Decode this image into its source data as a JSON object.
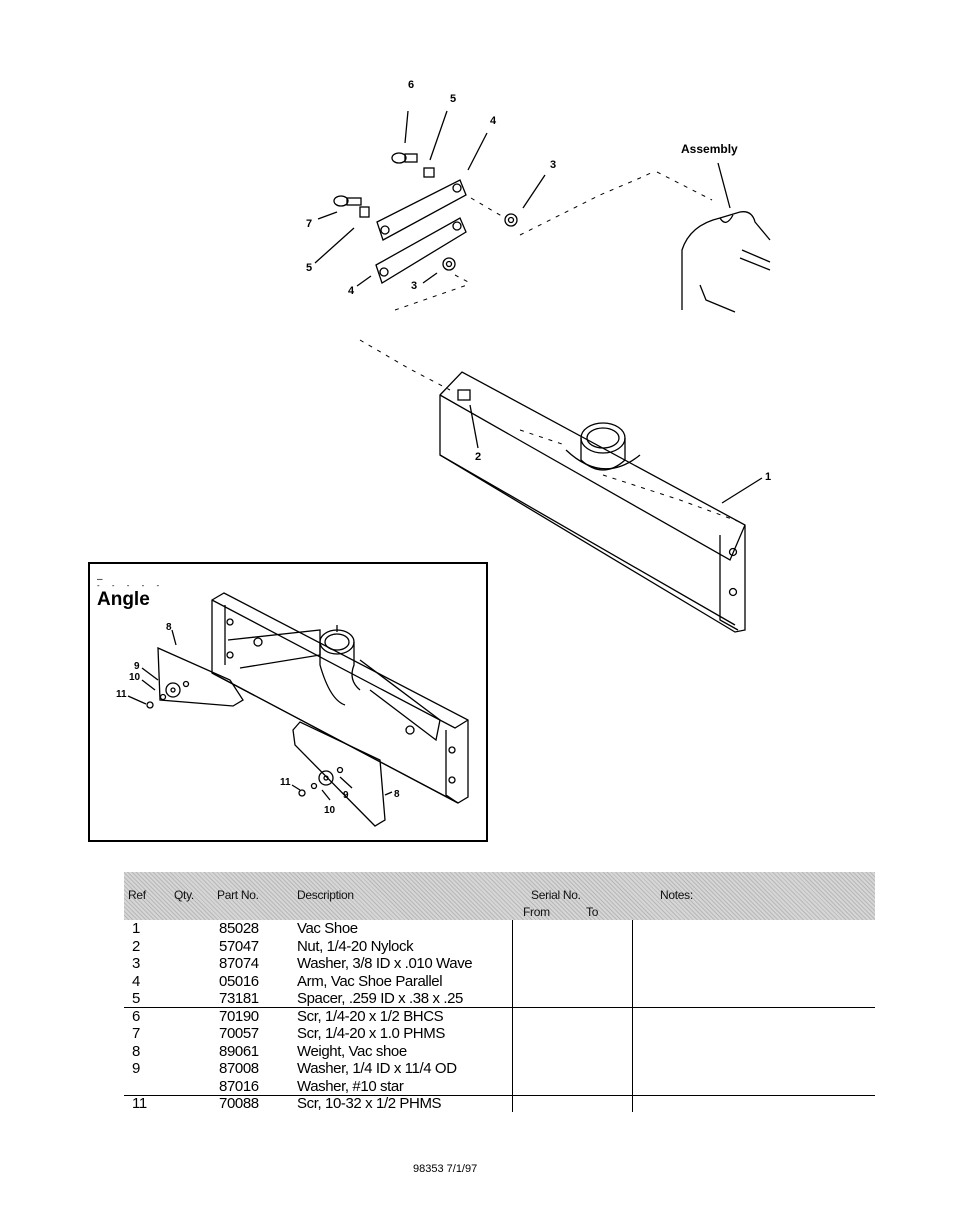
{
  "diagram": {
    "assembly_label": "Assembly",
    "callouts": [
      "6",
      "5",
      "4",
      "3",
      "7",
      "5",
      "4",
      "3",
      "2",
      "1"
    ]
  },
  "inset": {
    "title": "Angle",
    "dash_marks": "–",
    "callouts": [
      "8",
      "9",
      "10",
      "11",
      "11",
      "10",
      "9",
      "8"
    ]
  },
  "table": {
    "headers": {
      "ref": "Ref",
      "qty": "Qty.",
      "part_no": "Part No.",
      "description": "Description",
      "serial_no": "Serial No.",
      "from": "From",
      "to": "To",
      "notes": "Notes:"
    },
    "rows": [
      {
        "ref": "1",
        "part": "85028",
        "desc": "Vac Shoe"
      },
      {
        "ref": "2",
        "part": "57047",
        "desc": "Nut, 1/4-20 Nylock"
      },
      {
        "ref": "3",
        "part": "87074",
        "desc": "Washer, 3/8 ID x .010 Wave"
      },
      {
        "ref": "4",
        "part": "05016",
        "desc": "Arm, Vac Shoe Parallel"
      },
      {
        "ref": "5",
        "part": "73181",
        "desc": "Spacer, .259 ID x .38 x .25"
      },
      {
        "ref": "6",
        "part": "70190",
        "desc": "Scr, 1/4-20 x 1/2 BHCS"
      },
      {
        "ref": "7",
        "part": "70057",
        "desc": "Scr, 1/4-20 x 1.0 PHMS"
      },
      {
        "ref": "8",
        "part": "89061",
        "desc": "Weight, Vac shoe"
      },
      {
        "ref": "9",
        "part": "87008",
        "desc": "Washer, 1/4 ID x 11/4 OD"
      },
      {
        "ref": "",
        "part": "87016",
        "desc": "Washer,   #10   star"
      },
      {
        "ref": "11",
        "part": "70088",
        "desc": "Scr, 10-32 x 1/2 PHMS"
      }
    ]
  },
  "footer": {
    "doc_number": "98353 7/1/97"
  }
}
